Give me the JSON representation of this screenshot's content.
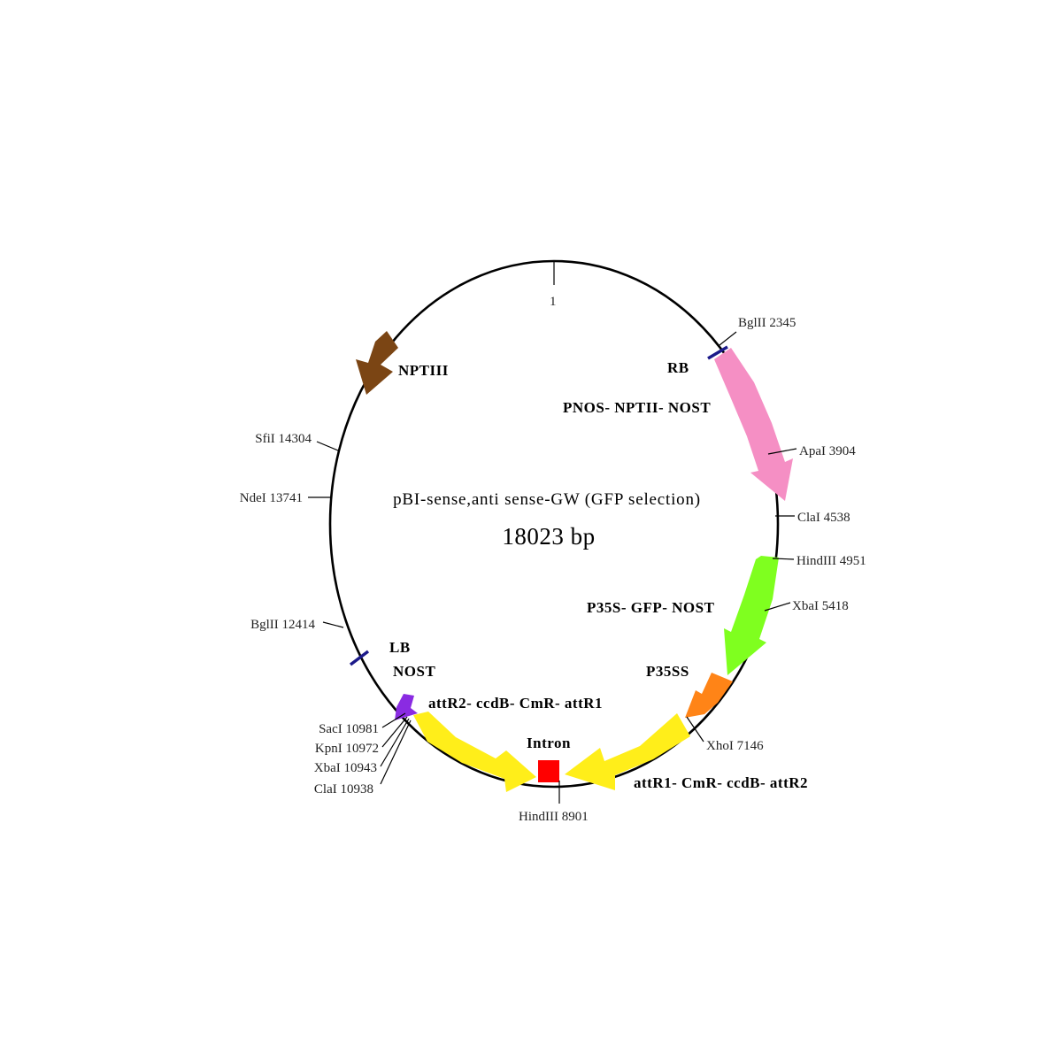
{
  "plasmid": {
    "name": "pBI-sense,anti sense-GW (GFP selection)",
    "size_label": "18023 bp",
    "origin_label": "1"
  },
  "sites": [
    {
      "id": "bglII-2345",
      "label": "BglII 2345"
    },
    {
      "id": "apaI-3904",
      "label": "ApaI 3904"
    },
    {
      "id": "claI-4538",
      "label": "ClaI 4538"
    },
    {
      "id": "hindIII-4951",
      "label": "HindIII 4951"
    },
    {
      "id": "xbaI-5418",
      "label": "XbaI 5418"
    },
    {
      "id": "xhoI-7146",
      "label": "XhoI 7146"
    },
    {
      "id": "hindIII-8901",
      "label": "HindIII 8901"
    },
    {
      "id": "sacI-10981",
      "label": "SacI 10981"
    },
    {
      "id": "kpnI-10972",
      "label": "KpnI 10972"
    },
    {
      "id": "xbaI-10943",
      "label": "XbaI 10943"
    },
    {
      "id": "claI-10938",
      "label": "ClaI 10938"
    },
    {
      "id": "bglII-12414",
      "label": "BglII 12414"
    },
    {
      "id": "ndeI-13741",
      "label": "NdeI 13741"
    },
    {
      "id": "sfiI-14304",
      "label": "SfiI 14304"
    }
  ],
  "features": {
    "nptiii": "NPTIII",
    "rb": "RB",
    "pnos_nptii_nost": "PNOS- NPTII- NOST",
    "p35s_gfp_nost": "P35S- GFP- NOST",
    "p35ss": "P35SS",
    "attr1_cmr_ccdb_attr2": "attR1- CmR- ccdB- attR2",
    "intron": "Intron",
    "attr2_ccdb_cmr_attr1": "attR2- ccdB- CmR- attR1",
    "nost": "NOST",
    "lb": "LB"
  },
  "colors": {
    "nptiii": "#7b4514",
    "pnos_nptii_nost": "#f58fc4",
    "p35s_gfp_nost": "#7fff1f",
    "p35ss": "#ff8417",
    "attr_cassette": "#ffee1a",
    "intron": "#ff0000",
    "nost": "#8a2be2",
    "border": "#1c1a8a"
  }
}
